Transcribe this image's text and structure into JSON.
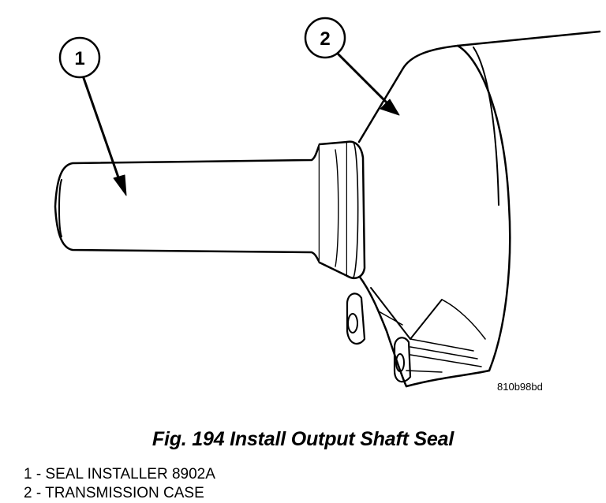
{
  "figure": {
    "caption": "Fig. 194 Install Output Shaft Seal",
    "ref_code": "810b98bd",
    "callouts": [
      {
        "number": "1"
      },
      {
        "number": "2"
      }
    ],
    "legend": [
      {
        "text": "1 - SEAL INSTALLER 8902A"
      },
      {
        "text": "2 - TRANSMISSION CASE"
      }
    ]
  }
}
